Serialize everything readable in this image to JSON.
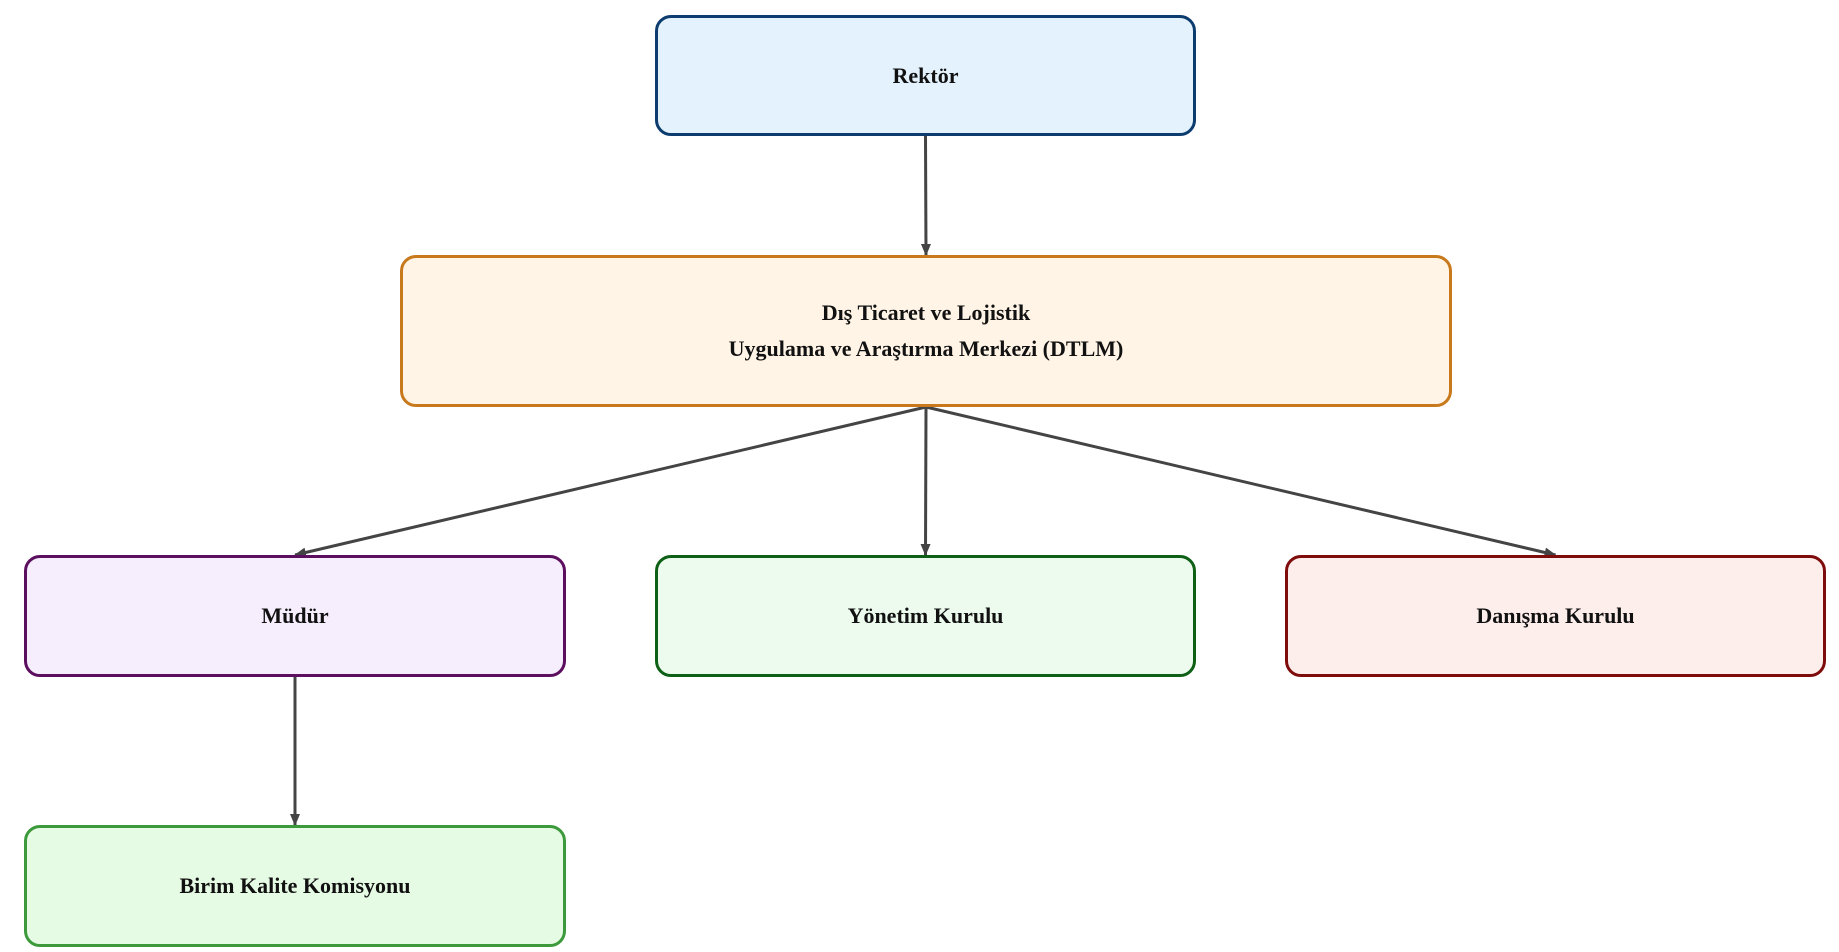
{
  "nodes": {
    "rektor": {
      "label": "Rektör",
      "fill": "#e3f2fd",
      "stroke": "#0d3c6e"
    },
    "dtlm": {
      "line1": "Dış Ticaret ve Lojistik",
      "line2": "Uygulama ve Araştırma Merkezi (DTLM)",
      "fill": "#fff4e6",
      "stroke": "#c8791c"
    },
    "mudur": {
      "label": "Müdür",
      "fill": "#f6eefc",
      "stroke": "#5c0f5e"
    },
    "yonetim": {
      "label": "Yönetim Kurulu",
      "fill": "#ecfbee",
      "stroke": "#0e6016"
    },
    "danisma": {
      "label": "Danışma Kurulu",
      "fill": "#fdeeec",
      "stroke": "#7e0c0c"
    },
    "bkk": {
      "label": "Birim Kalite Komisyonu",
      "fill": "#e6fbe4",
      "stroke": "#3c9a3c"
    }
  },
  "edges": [
    {
      "from": "rektor",
      "to": "dtlm"
    },
    {
      "from": "dtlm",
      "to": "mudur"
    },
    {
      "from": "dtlm",
      "to": "yonetim"
    },
    {
      "from": "dtlm",
      "to": "danisma"
    },
    {
      "from": "mudur",
      "to": "bkk"
    }
  ],
  "edge_color": "#444444"
}
